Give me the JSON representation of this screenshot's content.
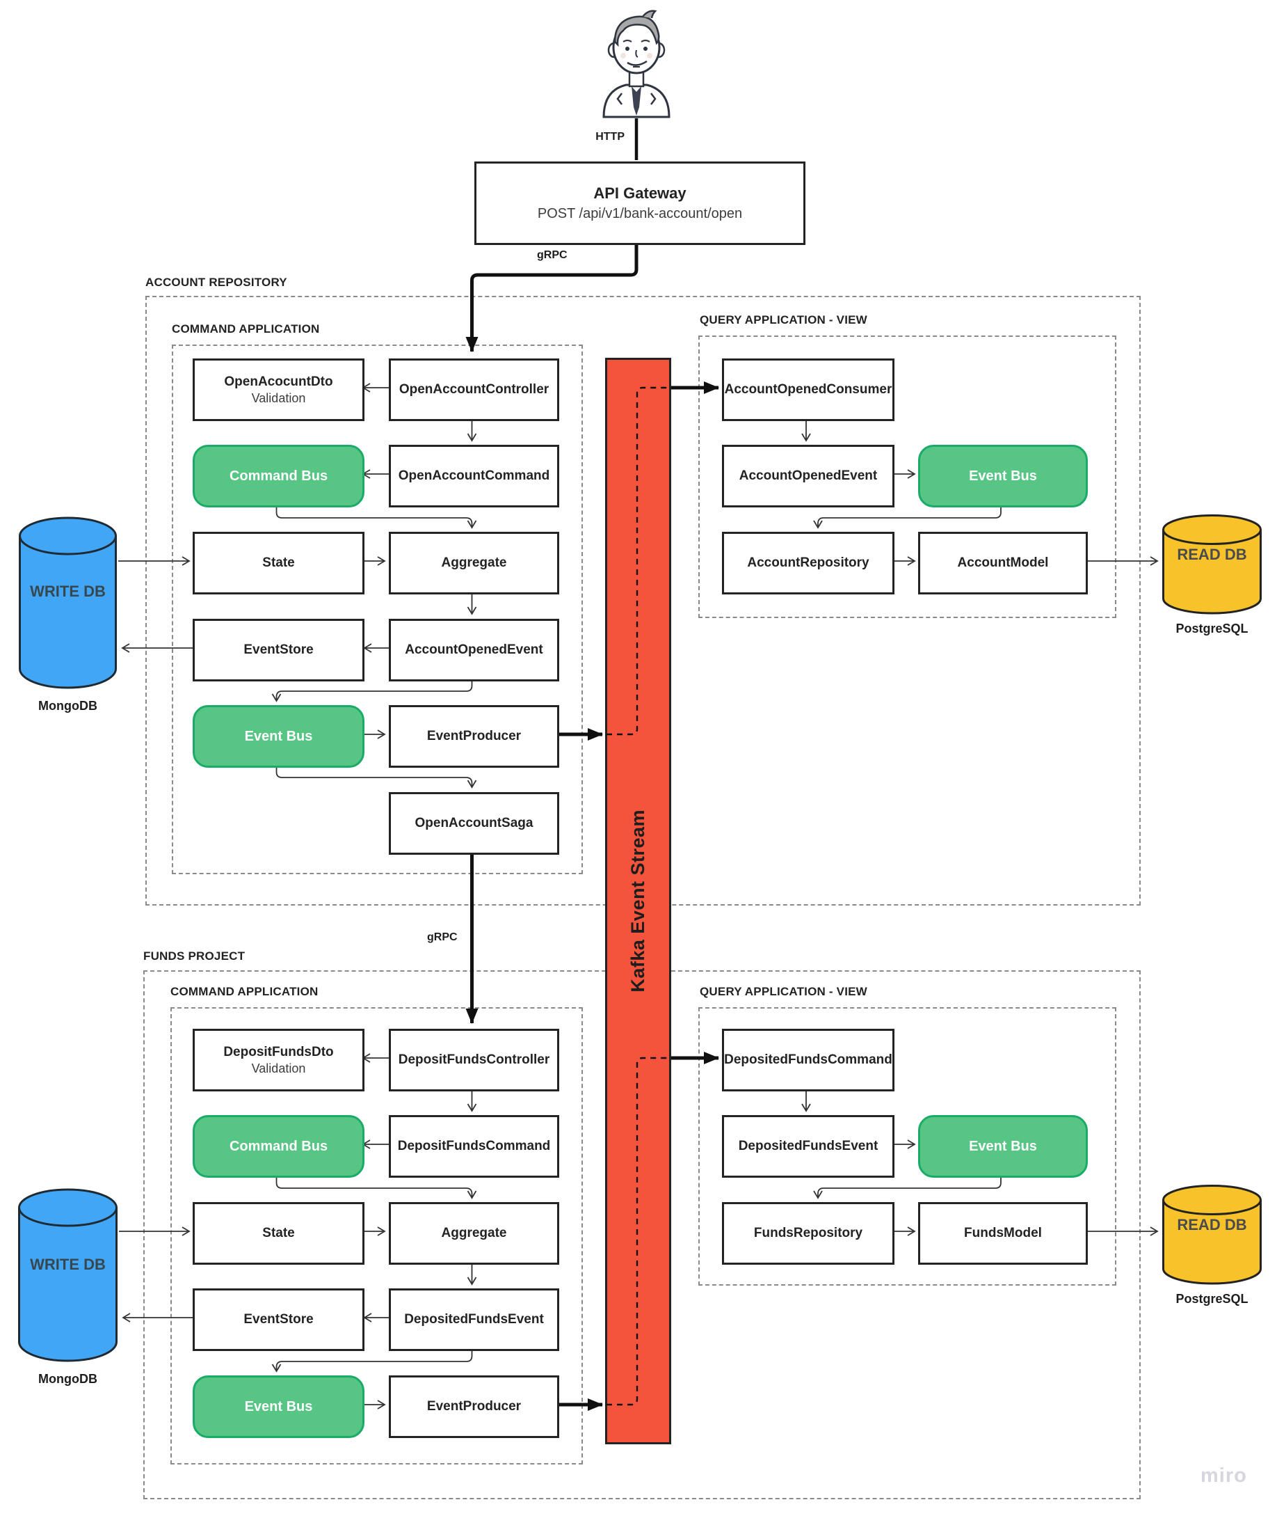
{
  "colors": {
    "green": "#57C584",
    "orange": "#F4543C",
    "blue": "#41A6F5",
    "yellow": "#F8C32A"
  },
  "user": {
    "http": "HTTP"
  },
  "gateway": {
    "title": "API Gateway",
    "subtitle": "POST /api/v1/bank-account/open",
    "grpc_top": "gRPC",
    "grpc_mid": "gRPC"
  },
  "kafka": {
    "label": "Kafka Event Stream"
  },
  "account": {
    "section": "ACCOUNT REPOSITORY",
    "command": {
      "section": "COMMAND APPLICATION",
      "dto_title": "OpenAcocuntDto",
      "dto_subtitle": "Validation",
      "controller": "OpenAccountController",
      "command_bus": "Command Bus",
      "command": "OpenAccountCommand",
      "state": "State",
      "aggregate": "Aggregate",
      "event_store": "EventStore",
      "event": "AccountOpenedEvent",
      "event_bus": "Event Bus",
      "producer": "EventProducer",
      "saga": "OpenAccountSaga"
    },
    "query": {
      "section": "QUERY APPLICATION - VIEW",
      "consumer": "AccountOpenedConsumer",
      "event": "AccountOpenedEvent",
      "event_bus": "Event Bus",
      "repository": "AccountRepository",
      "model": "AccountModel"
    }
  },
  "funds": {
    "section": "FUNDS PROJECT",
    "command": {
      "section": "COMMAND APPLICATION",
      "dto_title": "DepositFundsDto",
      "dto_subtitle": "Validation",
      "controller": "DepositFundsController",
      "command_bus": "Command Bus",
      "command": "DepositFundsCommand",
      "state": "State",
      "aggregate": "Aggregate",
      "event_store": "EventStore",
      "event": "DepositedFundsEvent",
      "event_bus": "Event Bus",
      "producer": "EventProducer"
    },
    "query": {
      "section": "QUERY APPLICATION - VIEW",
      "command": "DepositedFundsCommand",
      "event": "DepositedFundsEvent",
      "event_bus": "Event Bus",
      "repository": "FundsRepository",
      "model": "FundsModel"
    }
  },
  "databases": {
    "write_account": {
      "name": "WRITE DB",
      "engine": "MongoDB"
    },
    "read_account": {
      "name": "READ DB",
      "engine": "PostgreSQL"
    },
    "write_funds": {
      "name": "WRITE DB",
      "engine": "MongoDB"
    },
    "read_funds": {
      "name": "READ DB",
      "engine": "PostgreSQL"
    }
  },
  "watermark": "miro"
}
